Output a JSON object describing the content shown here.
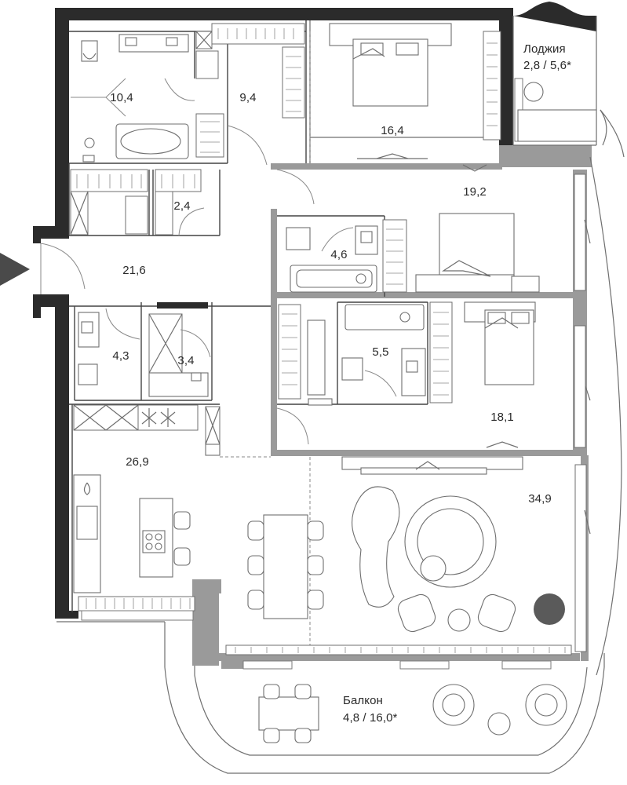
{
  "plan": {
    "rooms": [
      {
        "id": "bathroom-1",
        "area": "10,4"
      },
      {
        "id": "dressing-1",
        "area": "9,4"
      },
      {
        "id": "bedroom-1",
        "area": "16,4"
      },
      {
        "id": "loggia",
        "name": "Лоджия",
        "area": "2,8 / 5,6*"
      },
      {
        "id": "bedroom-2",
        "area": "19,2"
      },
      {
        "id": "storage-1",
        "area": "2,4"
      },
      {
        "id": "hall",
        "area": "21,6"
      },
      {
        "id": "bathroom-2",
        "area": "4,6"
      },
      {
        "id": "wc",
        "area": "4,3"
      },
      {
        "id": "laundry",
        "area": "3,4"
      },
      {
        "id": "bathroom-3",
        "area": "5,5"
      },
      {
        "id": "bedroom-3",
        "area": "18,1"
      },
      {
        "id": "kitchen",
        "area": "26,9"
      },
      {
        "id": "living",
        "area": "34,9"
      },
      {
        "id": "balcony",
        "name": "Балкон",
        "area": "4,8 / 16,0*"
      }
    ],
    "colors": {
      "wall": "#2b2b2b",
      "partition": "#9a9a9a",
      "arrow": "#4a4a4a"
    }
  }
}
